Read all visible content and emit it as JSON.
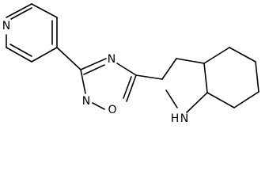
{
  "molecule": {
    "atoms": {
      "pyridine_n": "N",
      "oxadiazole_n4": "N",
      "oxadiazole_n2": "N",
      "oxadiazole_o1": "O",
      "indoline_nh": "H",
      "indoline_n": "N"
    }
  }
}
